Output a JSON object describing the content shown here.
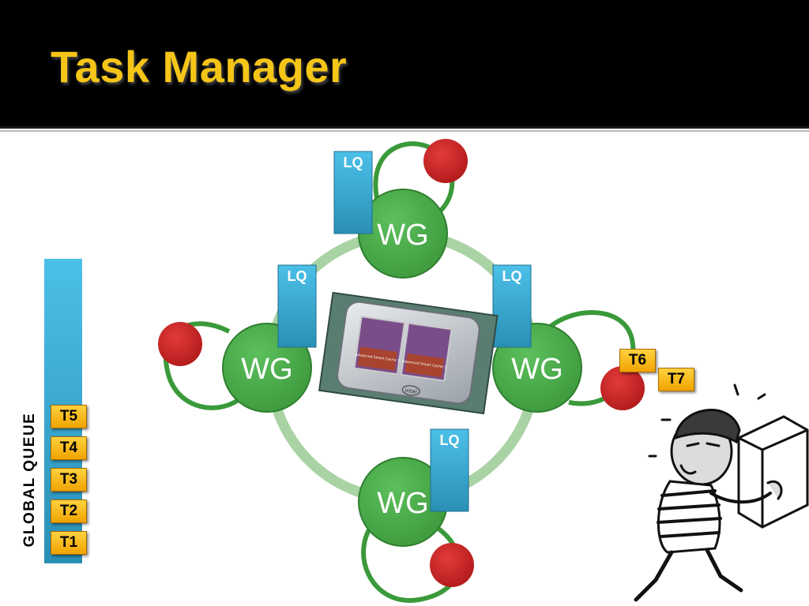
{
  "slide": {
    "title": "Task Manager"
  },
  "global_queue": {
    "label": "GLOBAL QUEUE",
    "tasks": [
      "T5",
      "T4",
      "T3",
      "T2",
      "T1"
    ]
  },
  "local_queue_label": "LQ",
  "worker_group_label": "WG",
  "stolen_tasks": [
    "T6",
    "T7"
  ],
  "colors": {
    "title": "#f5c518",
    "queue": "#3fa9cf",
    "worker": "#4cae4c",
    "task": "#f5b400",
    "red_ball": "#cc2222"
  },
  "cpu_chip": {
    "labels": [
      "Advanced Smart Cache 1",
      "Advanced Smart Cache 1"
    ],
    "brand": "intel"
  }
}
